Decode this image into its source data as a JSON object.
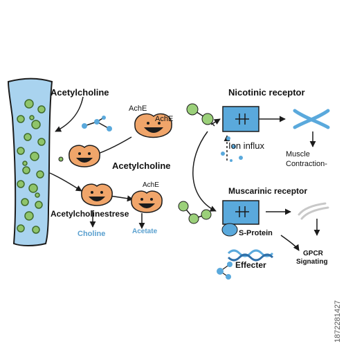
{
  "labels": {
    "acetylcholine_top": "Acetylcholine",
    "ache_1": "AchE",
    "ache_2": "AchE",
    "acetylcholine_mid": "Acetylcholine",
    "ache_3": "AchE",
    "acetylcholinestrese": "Acetylcholinestrese",
    "choline": "Choline",
    "acetate": "Acetate",
    "nicotinic_receptor": "Nicotinic receptor",
    "ion_influx": "Ion influx",
    "muscle_contraction_line1": "Muscle",
    "muscle_contraction_line2": "Contraction-",
    "muscarinic_receptor": "Muscarinic receptor",
    "s_protein": "S-Protein",
    "gpcr_line1": "GPCR",
    "gpcr_line2": "Signating",
    "effecter": "Effecter"
  },
  "watermark_id": "1872281427",
  "colors": {
    "neuron_fill": "#a9d3ef",
    "neuron_stroke": "#1b1b1b",
    "vesicle": "#8fc46a",
    "enzyme": "#f0a56a",
    "receptor": "#5aa9dc",
    "blue_text": "#5aa0cf",
    "molecule_green": "#9bd07a",
    "molecule_blue": "#5aa9dc"
  }
}
